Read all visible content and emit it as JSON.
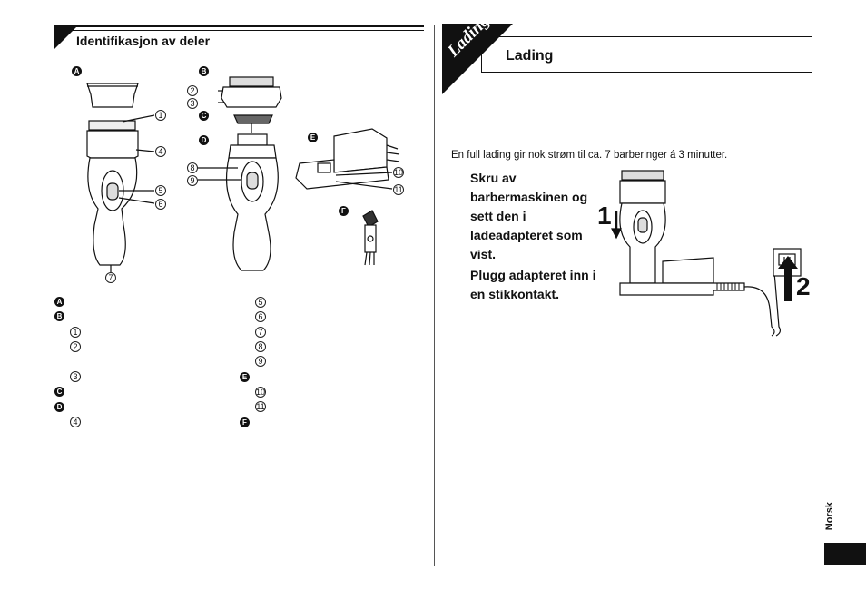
{
  "left": {
    "title": "Identifikasjon av deler",
    "figure_labels": {
      "a": "A",
      "b": "B",
      "c": "C",
      "d": "D",
      "e": "E",
      "f": "F"
    },
    "callouts": [
      "1",
      "2",
      "3",
      "4",
      "5",
      "6",
      "7",
      "8",
      "9",
      "10",
      "11"
    ],
    "legend": {
      "col1": [
        "A",
        "B",
        "1",
        "2",
        "3",
        "C",
        "D",
        "4"
      ],
      "col2": [
        "5",
        "6",
        "7",
        "8",
        "9",
        "E",
        "10",
        "11",
        "F"
      ]
    }
  },
  "right": {
    "tab": "Lading",
    "title": "Lading",
    "intro": "En full lading gir nok strøm til ca. 7 barberinger á 3 minutter.",
    "step1": "Skru av barbermaskinen og sett den i ladeadapteret som vist.",
    "step2": "Plugg adapteret inn i en stikkontakt.",
    "num1": "1",
    "num2": "2"
  },
  "language": "Norsk"
}
